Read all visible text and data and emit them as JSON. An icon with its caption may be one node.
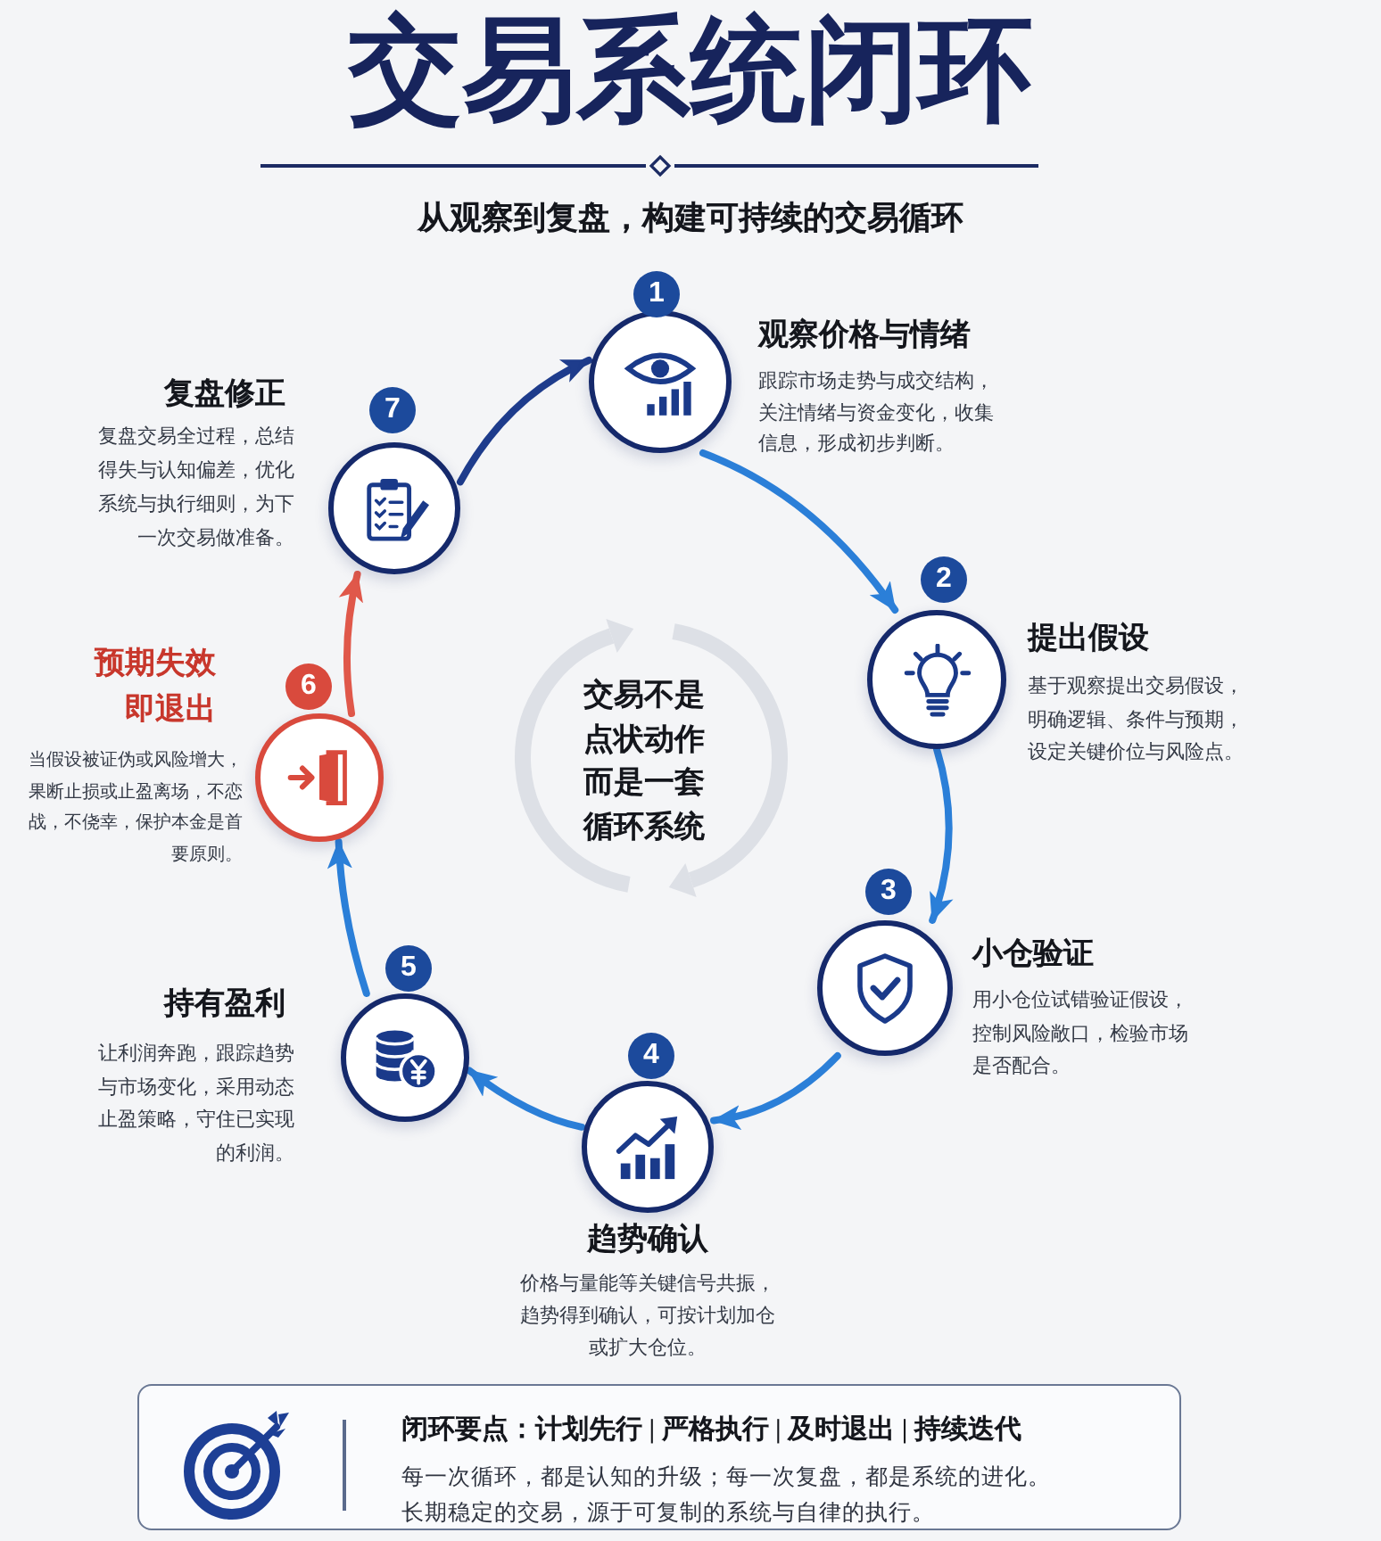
{
  "diagram": {
    "title": "交易系统闭环",
    "nodes": [
      {
        "text": [
          "观察价格与情绪",
          "跟踪市场走势与成交结构，关注情绪与资金变化，收集信息，形成初步判断。"
        ],
        "beside": [
          "1"
        ]
      },
      {
        "text": [
          "提出假设",
          "基于观察提出交易假设，明确逻辑、条件与预期，设定关键价位与风险点。"
        ],
        "beside": [
          "2"
        ]
      },
      {
        "text": [
          "小仓验证",
          "用小仓位试错验证假设，控制风险敞口，检验市场是否配合。"
        ],
        "beside": [
          "3"
        ]
      },
      {
        "text": [
          "趋势确认",
          "价格与量能等关键信号共振，趋势得到确认，可按计划加仓或扩大仓位。"
        ],
        "beside": [
          "4"
        ]
      },
      {
        "text": [
          "持有盈利",
          "让利润奔跑，跟踪趋势与市场变化，采用动态止盈策略，守住已实现的利润。"
        ],
        "beside": [
          "5"
        ]
      },
      {
        "text": [
          "预期失效即退出",
          "当假设被证伪或风险增大，果断止损或止盈离场，不恋战，不侥幸，保护本金是首要原则。"
        ],
        "beside": [
          "6"
        ]
      },
      {
        "text": [
          "复盘修正",
          "复盘交易全过程，总结得失与认知偏差，优化系统与执行细则，为下一次交易做准备。"
        ],
        "beside": [
          "7"
        ]
      },
      {
        "text": [
          "闭环要点：计划先行 | 严格执行 | 及时退出 | 持续迭代",
          "每一次循环，都是认知的升级；每一次复盘，都是系统的进化。",
          "长期稳定的交易，源于可复制的系统与自律的执行。"
        ]
      }
    ],
    "edges": [
      {
        "from": 0,
        "to": 1,
        "arrow": "to"
      },
      {
        "from": 1,
        "to": 2,
        "arrow": "to"
      },
      {
        "from": 2,
        "to": 3,
        "arrow": "to"
      },
      {
        "from": 3,
        "to": 4,
        "arrow": "to"
      },
      {
        "from": 4,
        "to": 5,
        "arrow": "to"
      },
      {
        "from": 5,
        "to": 6,
        "arrow": "to",
        "color": "#e0584a"
      },
      {
        "from": 6,
        "to": 0,
        "arrow": "to",
        "color": "#1e3c8c"
      }
    ],
    "labels": [
      "从观察到复盘，构建可持续的交易循环",
      "交易不是点状动作而是一套循环系统"
    ]
  }
}
